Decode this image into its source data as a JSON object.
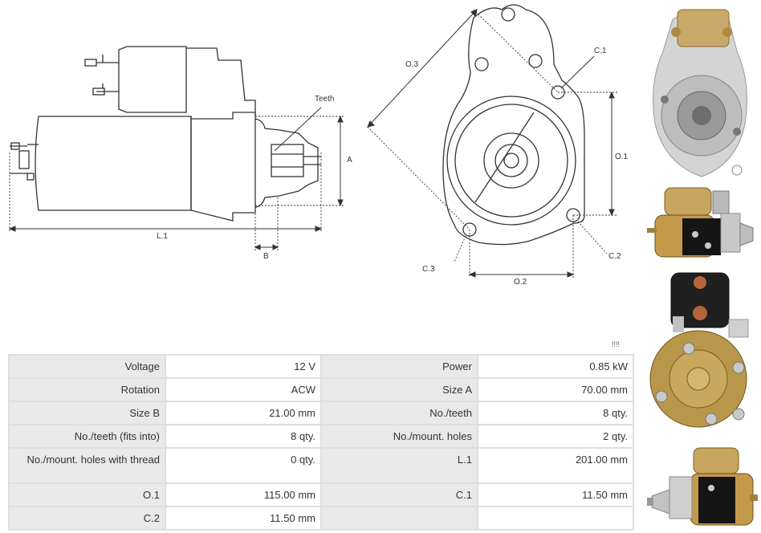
{
  "drawing": {
    "side_view_labels": {
      "teeth": "Teeth",
      "a": "A",
      "l1": "L.1",
      "b": "B"
    },
    "front_view_labels": {
      "o3": "O.3",
      "c1": "C.1",
      "o1": "O.1",
      "c2": "C.2",
      "c3": "C.3",
      "o2": "O.2"
    },
    "watermark": "!!!!"
  },
  "specs": {
    "rows": [
      [
        {
          "label": "Voltage",
          "value": "12 V"
        },
        {
          "label": "Power",
          "value": "0.85 kW"
        }
      ],
      [
        {
          "label": "Rotation",
          "value": "ACW"
        },
        {
          "label": "Size A",
          "value": "70.00 mm"
        }
      ],
      [
        {
          "label": "Size B",
          "value": "21.00 mm"
        },
        {
          "label": "No./teeth",
          "value": "8 qty."
        }
      ],
      [
        {
          "label": "No./teeth (fits into)",
          "value": "8 qty."
        },
        {
          "label": "No./mount. holes",
          "value": "2 qty."
        }
      ],
      [
        {
          "label": "No./mount. holes with thread",
          "value": "0 qty."
        },
        {
          "label": "L.1",
          "value": "201.00 mm"
        }
      ],
      [
        {
          "label": "O.1",
          "value": "115.00 mm"
        },
        {
          "label": "C.1",
          "value": "11.50 mm"
        }
      ],
      [
        {
          "label": "C.2",
          "value": "11.50 mm"
        },
        {
          "label": "",
          "value": ""
        }
      ]
    ]
  },
  "colors": {
    "label_bg": "#e9e9e9",
    "border": "#dedede",
    "line": "#333333"
  },
  "photos": [
    "starter-front-photo",
    "starter-side-photo",
    "starter-rear-photo",
    "starter-side-photo-2"
  ]
}
